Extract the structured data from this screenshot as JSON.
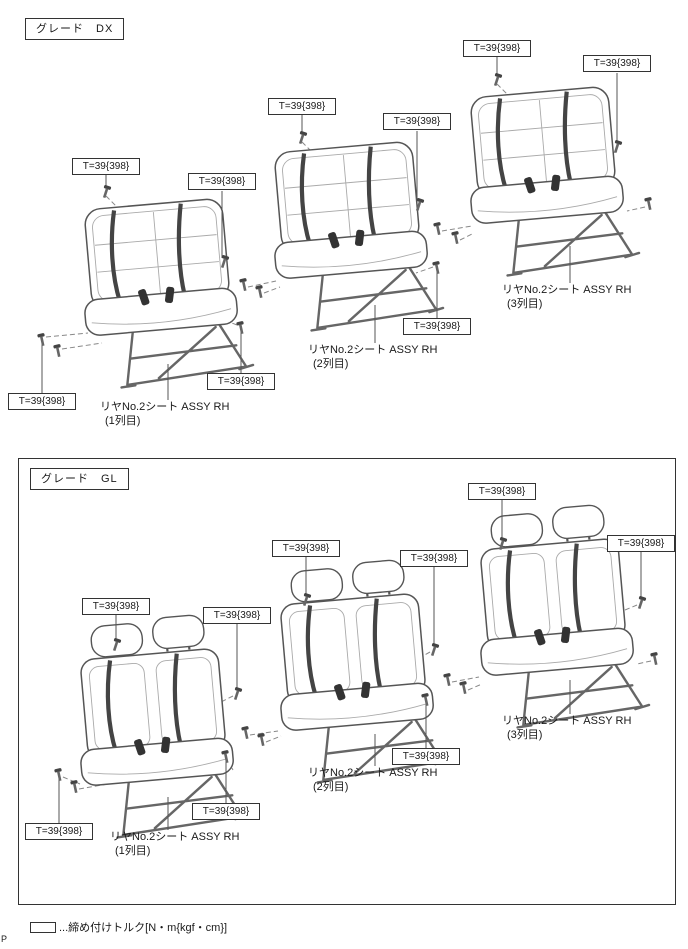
{
  "page": {
    "letter": "P"
  },
  "legend": {
    "text": "...締め付けトルク[N・m{kgf・cm}]"
  },
  "sections": {
    "dx": {
      "grade": "グレード　DX",
      "torque": [
        "T=39{398}",
        "T=39{398}",
        "T=39{398}",
        "T=39{398}",
        "T=39{398}",
        "T=39{398}",
        "T=39{398}",
        "T=39{398}",
        "T=39{398}"
      ],
      "callouts": [
        {
          "name": "リヤNo.2シート ASSY RH",
          "row": "(1列目)"
        },
        {
          "name": "リヤNo.2シート ASSY RH",
          "row": "(2列目)"
        },
        {
          "name": "リヤNo.2シート ASSY RH",
          "row": "(3列目)"
        }
      ]
    },
    "gl": {
      "grade": "グレード　GL",
      "torque": [
        "T=39{398}",
        "T=39{398}",
        "T=39{398}",
        "T=39{398}",
        "T=39{398}",
        "T=39{398}",
        "T=39{398}",
        "T=39{398}",
        "T=39{398}"
      ],
      "callouts": [
        {
          "name": "リヤNo.2シート ASSY RH",
          "row": "(1列目)"
        },
        {
          "name": "リヤNo.2シート ASSY RH",
          "row": "(2列目)"
        },
        {
          "name": "リヤNo.2シート ASSY RH",
          "row": "(3列目)"
        }
      ]
    }
  },
  "colors": {
    "line_art": "#555555",
    "leader": "#555555",
    "dashed": "#888888"
  }
}
